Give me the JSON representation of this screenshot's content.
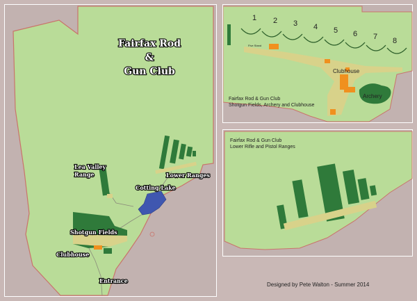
{
  "main_map": {
    "title_line1": "Fairfax Rod",
    "title_line2": "&",
    "title_line3": "Gun Club",
    "labels": {
      "lea_valley_1": "Lea Valley",
      "lea_valley_2": "Range",
      "lower_ranges": "Lower Ranges",
      "cotting_lake": "Cotting Lake",
      "shotgun_fields": "Shotgun Fields",
      "clubhouse": "Clubhouse",
      "entrance": "Entrance"
    }
  },
  "shotgun_inset": {
    "title_line1": "Fairfax Rod & Gun Club",
    "title_line2": "Shotgun Fields, Archery and Clubhouse",
    "field_numbers": [
      "1",
      "2",
      "3",
      "4",
      "5",
      "6",
      "7",
      "8"
    ],
    "labels": {
      "five_stand": "Five Stand",
      "clubhouse": "Clubhouse",
      "archery": "Archery"
    }
  },
  "rifle_inset": {
    "title_line1": "Fairfax Rod & Gun Club",
    "title_line2": "Lower Rifle and Pistol Ranges"
  },
  "credit": "Designed by Pete Walton - Summer 2014",
  "colors": {
    "land": "#b9dc98",
    "border": "#c9746a",
    "range": "#2f7a3a",
    "lake": "#3f57b0",
    "road": "#d8d28a",
    "building": "#f0901e"
  }
}
